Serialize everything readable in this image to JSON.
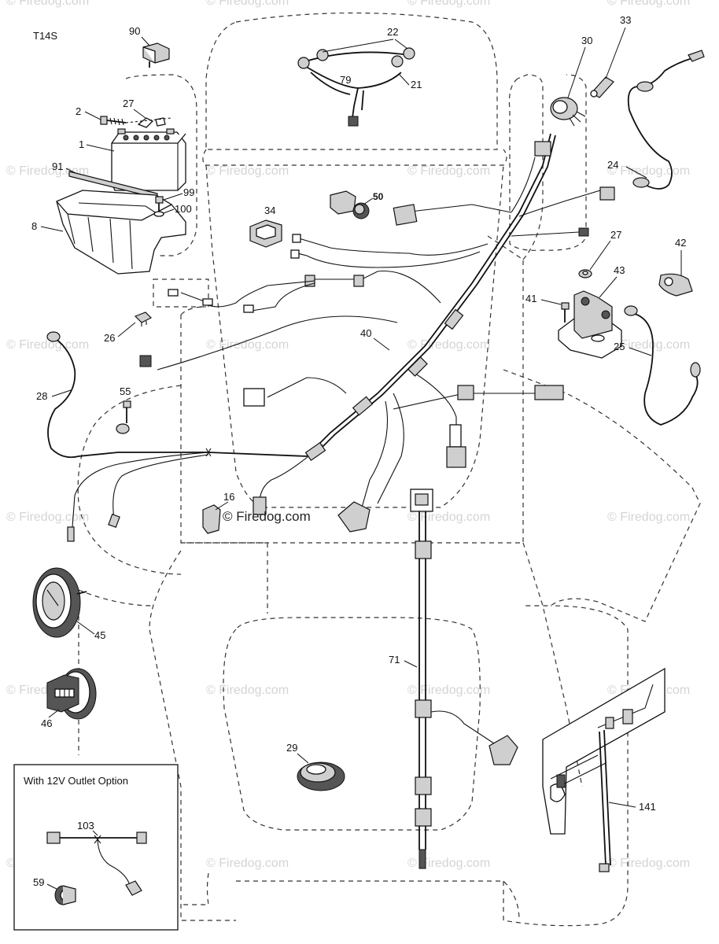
{
  "diagram_code": "T14S",
  "option_box_title": "With 12V Outlet Option",
  "watermark": "© Firedog.com",
  "watermark_center": "© Firedog.com",
  "labels": {
    "p90": "90",
    "p22": "22",
    "p79": "79",
    "p21": "21",
    "p30": "30",
    "p33": "33",
    "p2": "2",
    "p27a": "27",
    "p1": "1",
    "p91": "91",
    "p99": "99",
    "p100": "100",
    "p8": "8",
    "p34": "34",
    "p50": "50",
    "p24": "24",
    "p27b": "27",
    "p42": "42",
    "p43": "43",
    "p41": "41",
    "p26": "26",
    "p40": "40",
    "p25": "25",
    "p28": "28",
    "p55": "55",
    "p16": "16",
    "p45": "45",
    "p71": "71",
    "p46": "46",
    "p29": "29",
    "p141": "141",
    "p103": "103",
    "p59": "59"
  },
  "icons": [
    "battery-icon",
    "battery-tray-icon",
    "ignition-switch-icon",
    "ammeter-icon",
    "hour-meter-icon",
    "horn-icon",
    "solenoid-icon",
    "fuse-icon",
    "outlet-icon",
    "wire-harness-icon"
  ]
}
